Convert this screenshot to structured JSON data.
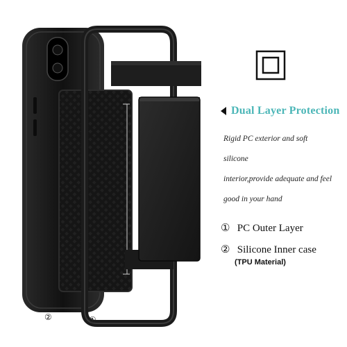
{
  "headline": {
    "text": "Dual Layer Protection"
  },
  "description": {
    "line1": "Rigid PC exterior and soft silicone",
    "line2": "interior,provide adequate and feel",
    "line3": "good in your hand"
  },
  "layers": [
    {
      "number": "①",
      "label": "PC Outer Layer"
    },
    {
      "number": "②",
      "label": "Silicone Inner case"
    }
  ],
  "tpu_note": "(TPU Material)",
  "markers": {
    "inner": "②",
    "outer": "①"
  },
  "icons": {
    "layer_icon": "double-square-icon",
    "pointer": "triangle-left-icon"
  },
  "colors": {
    "accent": "#4bb6b7",
    "case": "#1b1b1b",
    "text": "#111111"
  }
}
